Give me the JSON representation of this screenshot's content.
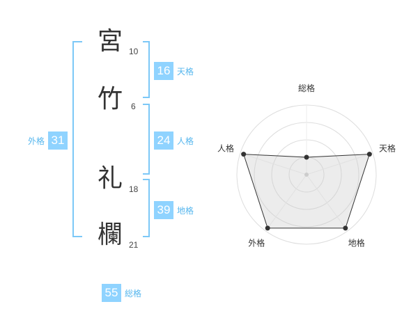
{
  "name": {
    "chars": [
      {
        "char": "宮",
        "strokes": "10"
      },
      {
        "char": "竹",
        "strokes": "6"
      },
      {
        "char": "礼",
        "strokes": "18"
      },
      {
        "char": "欄",
        "strokes": "21"
      }
    ]
  },
  "scores": {
    "tenkaku": {
      "value": "16",
      "label": "天格"
    },
    "jinkaku": {
      "value": "24",
      "label": "人格"
    },
    "chikaku": {
      "value": "39",
      "label": "地格"
    },
    "gaikaku": {
      "value": "31",
      "label": "外格"
    },
    "soukaku": {
      "value": "55",
      "label": "総格"
    }
  },
  "colors": {
    "accent": "#8fd3ff",
    "accent_text": "#57b7ee",
    "bracket": "#7cc8f7"
  },
  "chart_data": {
    "type": "radar",
    "axes": [
      "総格",
      "天格",
      "地格",
      "外格",
      "人格"
    ],
    "values": [
      0.25,
      0.95,
      0.95,
      0.95,
      0.95
    ],
    "rings": 4,
    "grid": true
  }
}
